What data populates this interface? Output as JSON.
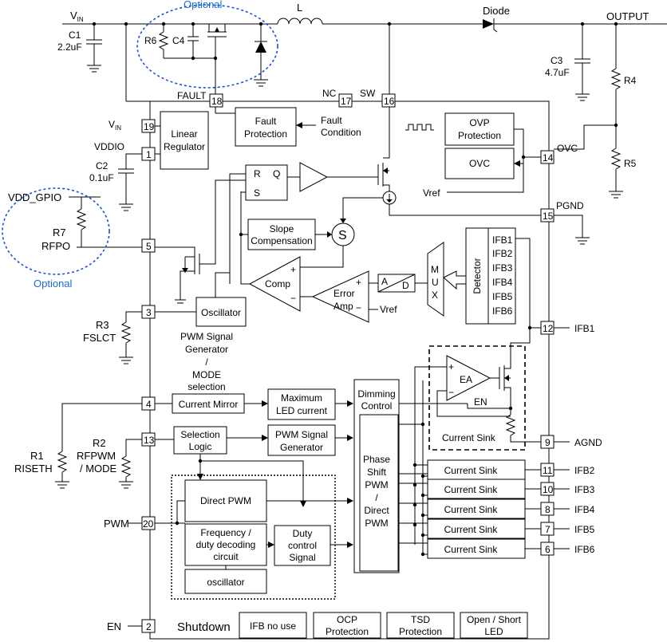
{
  "labels": {
    "vin_top": "V",
    "vin_sub": "IN",
    "optional_top": "Optional",
    "optional_bottom": "Optional",
    "inductor": "L",
    "diode": "Diode",
    "output": "OUTPUT",
    "c1": "C1",
    "c1_val": "2.2uF",
    "r6": "R6",
    "c4": "C4",
    "c3": "C3",
    "c3_val": "4.7uF",
    "r4": "R4",
    "r5": "R5",
    "c2": "C2",
    "c2_val": "0.1uF",
    "vddio": "VDDIO",
    "vin_pin_main": "V",
    "vin_pin_sub": "IN",
    "vdd_gpio": "VDD_GPIO",
    "r7": "R7",
    "rfpo": "RFPO",
    "r3": "R3",
    "fslct": "FSLCT",
    "r1": "R1",
    "riseth": "RISETH",
    "r2": "R2",
    "rfpwm": "RFPWM",
    "mode": "/ MODE",
    "pwm": "PWM",
    "en": "EN",
    "fault": "FAULT",
    "nc": "NC",
    "sw": "SW",
    "ovc_pin": "OVC",
    "pgnd": "PGND",
    "ifb1": "IFB1",
    "agnd": "AGND",
    "ifb2": "IFB2",
    "ifb3": "IFB3",
    "ifb4": "IFB4",
    "ifb5": "IFB5",
    "ifb6": "IFB6",
    "vref1": "Vref",
    "vref2": "Vref",
    "fault_condition_1": "Fault",
    "fault_condition_2": "Condition",
    "en_inner": "EN",
    "shutdown": "Shutdown",
    "pwm_signal_gen_note_1": "PWM Signal",
    "pwm_signal_gen_note_2": "Generator",
    "pwm_signal_gen_note_3": "/",
    "pwm_signal_gen_note_4": "MODE",
    "pwm_signal_gen_note_5": "selection",
    "ea": "EA",
    "sr_r": "R",
    "sr_q": "Q",
    "sr_s": "S",
    "s_sum": "S",
    "ad_a": "A",
    "ad_d": "D",
    "plus": "+",
    "minus": "−",
    "comp": "Comp",
    "error_amp_1": "Error",
    "error_amp_2": "Amp",
    "mux": [
      "M",
      "U",
      "X"
    ]
  },
  "pins": {
    "p18": "18",
    "p17": "17",
    "p16": "16",
    "p19": "19",
    "p1": "1",
    "p5": "5",
    "p3": "3",
    "p4": "4",
    "p13": "13",
    "p20": "20",
    "p2": "2",
    "p14": "14",
    "p15": "15",
    "p12": "12",
    "p9": "9",
    "p11": "11",
    "p10": "10",
    "p8": "8",
    "p7": "7",
    "p6": "6"
  },
  "blocks": {
    "linear_reg_1": "Linear",
    "linear_reg_2": "Regulator",
    "fault_prot_1": "Fault",
    "fault_prot_2": "Protection",
    "ovp_1": "OVP",
    "ovp_2": "Protection",
    "ovc": "OVC",
    "slope_1": "Slope",
    "slope_2": "Compensation",
    "oscillator": "Oscillator",
    "detector": "Detector",
    "ifb_list": [
      "IFB1",
      "IFB2",
      "IFB3",
      "IFB4",
      "IFB5",
      "IFB6"
    ],
    "current_mirror": "Current Mirror",
    "max_led_1": "Maximum",
    "max_led_2": "LED current",
    "selection_1": "Selection",
    "selection_2": "Logic",
    "pwm_gen_1": "PWM Signal",
    "pwm_gen_2": "Generator",
    "dimming_1": "Dimming",
    "dimming_2": "Control",
    "phase_shift": [
      "Phase",
      "Shift",
      "PWM",
      "/",
      "Direct",
      "PWM"
    ],
    "direct_pwm": "Direct PWM",
    "freq_1": "Frequency /",
    "freq_2": "duty decoding",
    "freq_3": "circuit",
    "duty_1": "Duty",
    "duty_2": "control",
    "duty_3": "Signal",
    "oscillator_small": "oscillator",
    "current_sink_main": "Current Sink",
    "current_sinks": [
      "Current Sink",
      "Current Sink",
      "Current Sink",
      "Current Sink",
      "Current Sink"
    ],
    "ifb_no_use": "IFB no use",
    "ocp_1": "OCP",
    "ocp_2": "Protection",
    "tsd_1": "TSD",
    "tsd_2": "Protection",
    "open_short_1": "Open / Short",
    "open_short_2": "LED"
  }
}
